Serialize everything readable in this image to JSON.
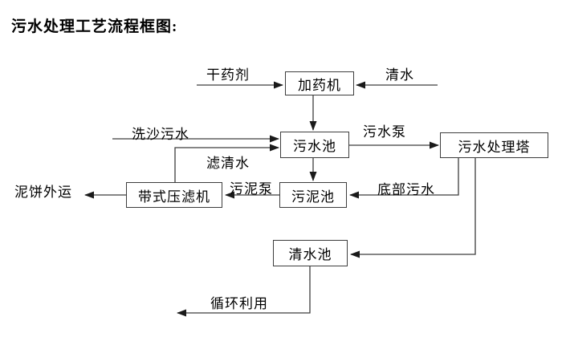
{
  "title": "污水处理工艺流程框图:",
  "nodes": {
    "dosing_machine": {
      "label": "加药机"
    },
    "sewage_pool": {
      "label": "污水池"
    },
    "treatment_tower": {
      "label": "污水处理塔"
    },
    "sludge_pool": {
      "label": "污泥池"
    },
    "belt_filter_press": {
      "label": "带式压滤机"
    },
    "clean_water_pool": {
      "label": "清水池"
    }
  },
  "flow_labels": {
    "dry_agent": "干药剂",
    "clean_water": "清水",
    "sand_washing_sewage": "洗沙污水",
    "filtered_water": "滤清水",
    "sewage_pump": "污水泵",
    "bottom_sewage": "底部污水",
    "sludge_pump": "污泥泵",
    "mud_cake_out": "泥饼外运",
    "recycling": "循环利用"
  },
  "colors": {
    "background": "#ffffff",
    "line": "#3d3d3d",
    "text": "#000000"
  }
}
